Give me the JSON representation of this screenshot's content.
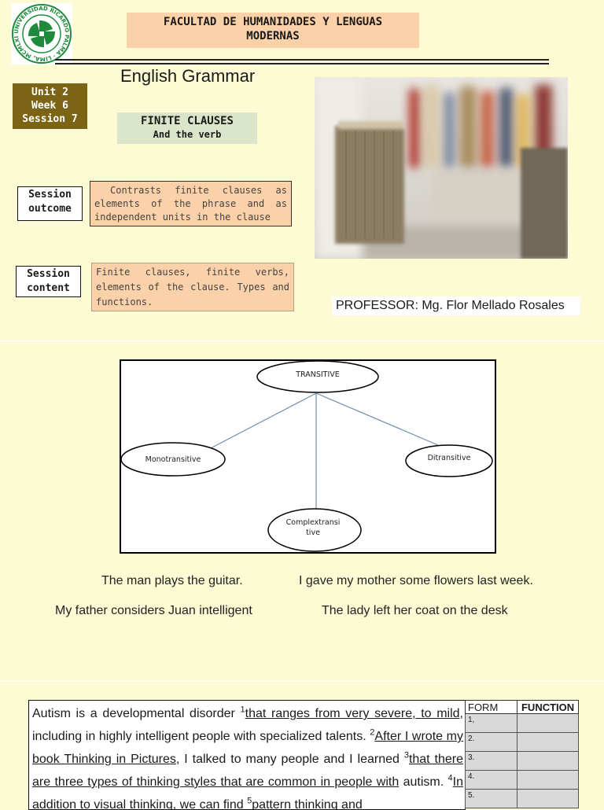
{
  "header": {
    "faculty_line1": "FACULTAD DE HUMANIDADES Y LENGUAS",
    "faculty_line2": "MODERNAS",
    "logo_text": "UNIVERSIDAD RICARDO PALMA · LIMA, MCMLXIX, PERÚ",
    "title": "English Grammar"
  },
  "session": {
    "unit": "Unit 2",
    "week": "Week 6",
    "session": "Session 7",
    "topic_title": "FINITE CLAUSES",
    "topic_subtitle": "And the verb",
    "outcome_label_1": "Session",
    "outcome_label_2": "outcome",
    "outcome_text": "Contrasts finite clauses as elements of the phrase and as independent units in the clause",
    "content_label_1": "Session",
    "content_label_2": "content",
    "content_text": "Finite clauses, finite verbs, elements of the clause. Types and functions.",
    "professor": "PROFESSOR: Mg.  Flor Mellado Rosales"
  },
  "diagram": {
    "root": "TRANSITIVE",
    "left": "Monotransitive",
    "right": "Ditransitive",
    "bottom_line1": "Complextransi",
    "bottom_line2": "tive"
  },
  "examples": [
    "The man plays the guitar.",
    "I gave my mother some flowers last week.",
    "My father considers Juan intelligent",
    "The lady left her coat on the desk"
  ],
  "reading": {
    "s1": "Autism is a developmental disorder ",
    "n1": "1",
    "s2": "that ranges from very severe, to mild,",
    "s3": " including in highly intelligent people with specialized talents. ",
    "n2": "2",
    "s4": "After I wrote my book Thinking in Pictures",
    "s5": ", I talked to many people and I learned ",
    "n3": "3",
    "s6": "that there are three types of thinking styles that are common in people with",
    "s7": " autism. ",
    "n4": "4",
    "s8": "In addition to visual thinking, we can find ",
    "n5": "5",
    "s9": "pattern thinking and"
  },
  "table": {
    "col_form": "FORM",
    "col_function": "FUNCTION",
    "rows": [
      "1,",
      "2.",
      "3.",
      "4.",
      "5."
    ]
  },
  "colors": {
    "background": "#fdfbd3",
    "banner": "#fbd1a9",
    "unit_box": "#7b6515",
    "topic_box": "#dbe5c9",
    "logo_green": "#1f8a3c"
  }
}
